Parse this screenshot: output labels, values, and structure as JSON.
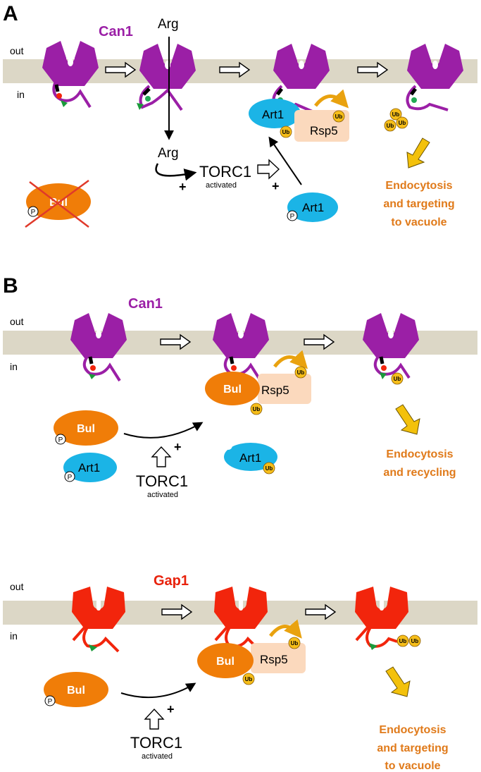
{
  "colors": {
    "membrane": "#dcd7c6",
    "can1": "#9b1fa6",
    "gap1": "#f2250c",
    "art1": "#1bb4e6",
    "bul": "#f07d08",
    "rsp5": "#fbd9bd",
    "ub": "#f6be1a",
    "arrow_yellow": "#f3c10b",
    "text_orange": "#e07a1a",
    "text_purple": "#9b1fa6",
    "text_red": "#e8220c"
  },
  "icons": [
    "open-right-arrow-icon",
    "open-up-arrow-icon",
    "yellow-down-arrow-icon",
    "curved-ubiquitin-arrow-icon",
    "red-cross-icon",
    "phospho-icon"
  ],
  "panel_a": {
    "letter": "A",
    "protein": "Can1",
    "out_label": "out",
    "in_label": "in",
    "arg_top": "Arg",
    "arg_bottom": "Arg",
    "torc1": "TORC1",
    "torc1_sub": "activated",
    "plus1": "+",
    "plus2": "+",
    "art1_complex": "Art1",
    "rsp5": "Rsp5",
    "ub": "Ub",
    "art1_free": "Art1",
    "phospho": "P",
    "bul_crossed": "Bul",
    "outcome": [
      "Endocytosis",
      "and targeting",
      "to vacuole"
    ]
  },
  "panel_b": {
    "letter": "B",
    "protein": "Can1",
    "out_label": "out",
    "in_label": "in",
    "bul_complex": "Bul",
    "rsp5": "Rsp5",
    "ub": "Ub",
    "bul_free": "Bul",
    "art1_free": "Art1",
    "art1_released": "Art1",
    "phospho": "P",
    "torc1": "TORC1",
    "torc1_sub": "activated",
    "plus": "+",
    "outcome": [
      "Endocytosis",
      "and recycling"
    ]
  },
  "panel_c": {
    "protein": "Gap1",
    "out_label": "out",
    "in_label": "in",
    "bul_complex": "Bul",
    "rsp5": "Rsp5",
    "ub": "Ub",
    "bul_free": "Bul",
    "phospho": "P",
    "torc1": "TORC1",
    "torc1_sub": "activated",
    "plus": "+",
    "outcome": [
      "Endocytosis",
      "and targeting",
      "to vacuole"
    ]
  }
}
